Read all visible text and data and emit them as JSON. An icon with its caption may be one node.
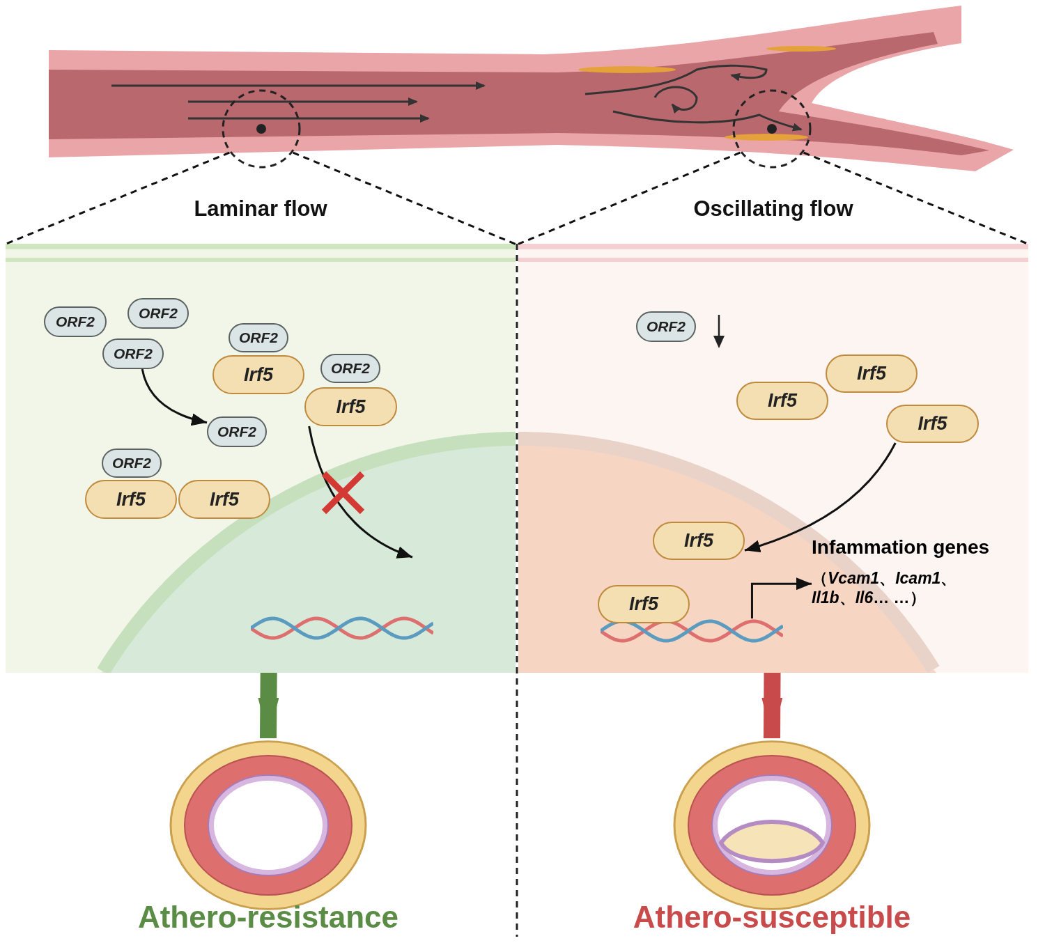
{
  "diagram": {
    "nodes": [
      {
        "text": [],
        "shape": "picture"
      },
      {
        "text": [],
        "shape": "circle",
        "in": 0
      },
      {
        "text": [],
        "shape": "circle",
        "in": 0
      },
      {
        "text": [
          "Laminar flow"
        ]
      },
      {
        "text": [
          "Oscillating flow"
        ]
      },
      {
        "text": [
          "ORF2"
        ],
        "in": 3
      },
      {
        "text": [
          "ORF2"
        ],
        "in": 3
      },
      {
        "text": [
          "ORF2"
        ],
        "in": 3
      },
      {
        "text": [
          "ORF2"
        ],
        "in": 3
      },
      {
        "text": [
          "Irf5"
        ],
        "in": 3
      },
      {
        "text": [
          "ORF2"
        ],
        "in": 3
      },
      {
        "text": [
          "Irf5"
        ],
        "in": 3
      },
      {
        "text": [
          "ORF2"
        ],
        "in": 3
      },
      {
        "text": [
          "ORF2"
        ],
        "in": 3
      },
      {
        "text": [
          "Irf5"
        ],
        "in": 3
      },
      {
        "text": [
          "Irf5"
        ],
        "in": 3
      },
      {
        "text": [],
        "shape": "picture",
        "in": 3
      },
      {
        "text": [
          "ORF2"
        ],
        "in": 4
      },
      {
        "text": [
          "Irf5"
        ],
        "in": 4
      },
      {
        "text": [
          "Irf5"
        ],
        "in": 4
      },
      {
        "text": [
          "Irf5"
        ],
        "in": 4
      },
      {
        "text": [
          "Irf5"
        ],
        "in": 4
      },
      {
        "text": [
          "Infammation genes",
          "（*Vcam1*、*Icam1*、*Il1b*、*Il6*… …）"
        ],
        "in": 4
      },
      {
        "text": [
          "Irf5"
        ],
        "in": 4
      },
      {
        "text": [],
        "shape": "picture",
        "in": 4
      },
      {
        "text": [],
        "shape": "picture",
        "beside": [
          "Athero-resistance"
        ]
      },
      {
        "text": [],
        "shape": "picture",
        "beside": [
          "Athero-susceptible"
        ]
      }
    ],
    "edges": [
      {
        "from": 1,
        "to": 3,
        "arrow": "none",
        "style": "dashed"
      },
      {
        "from": 1,
        "to": 3,
        "arrow": "none",
        "style": "dashed"
      },
      {
        "from": 2,
        "to": 4,
        "arrow": "none",
        "style": "dashed"
      },
      {
        "from": 2,
        "to": 4,
        "arrow": "none",
        "style": "dashed"
      },
      {
        "from": 8,
        "to": 12,
        "arrow": "to"
      },
      {
        "from": 11,
        "to": null,
        "arrow": "to"
      },
      {
        "from": 20,
        "to": 21,
        "arrow": "to"
      },
      {
        "from": 24,
        "to": 22,
        "arrow": "to"
      },
      {
        "from": 3,
        "to": 25,
        "arrow": "to",
        "style": "thick",
        "color": "#5b8c45"
      },
      {
        "from": 4,
        "to": 26,
        "arrow": "to",
        "style": "thick",
        "color": "#c94a4a"
      }
    ]
  }
}
